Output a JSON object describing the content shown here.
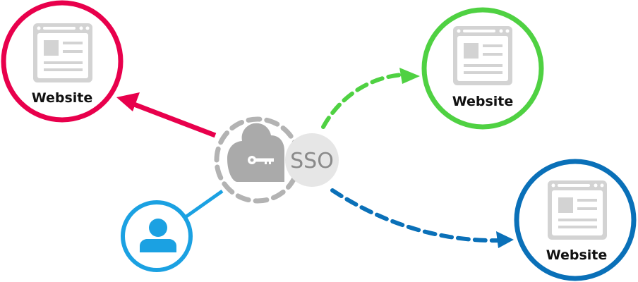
{
  "diagram": {
    "title": "Single Sign-On",
    "hub": {
      "label": "SSO",
      "icon": "cloud-key-icon",
      "ring_color": "#b3b3b3",
      "badge_color": "#e6e6e6",
      "text_color": "#8a8a8a"
    },
    "user": {
      "icon": "user-icon",
      "color": "#1ba1e2"
    },
    "websites": [
      {
        "id": "website-red",
        "label": "Website",
        "color": "#e8004c",
        "link_style": "solid"
      },
      {
        "id": "website-green",
        "label": "Website",
        "color": "#4fd142",
        "link_style": "dashed"
      },
      {
        "id": "website-blue",
        "label": "Website",
        "color": "#0a70b8",
        "link_style": "dashed"
      }
    ],
    "browser_icon_color": "#d3d3d3"
  }
}
